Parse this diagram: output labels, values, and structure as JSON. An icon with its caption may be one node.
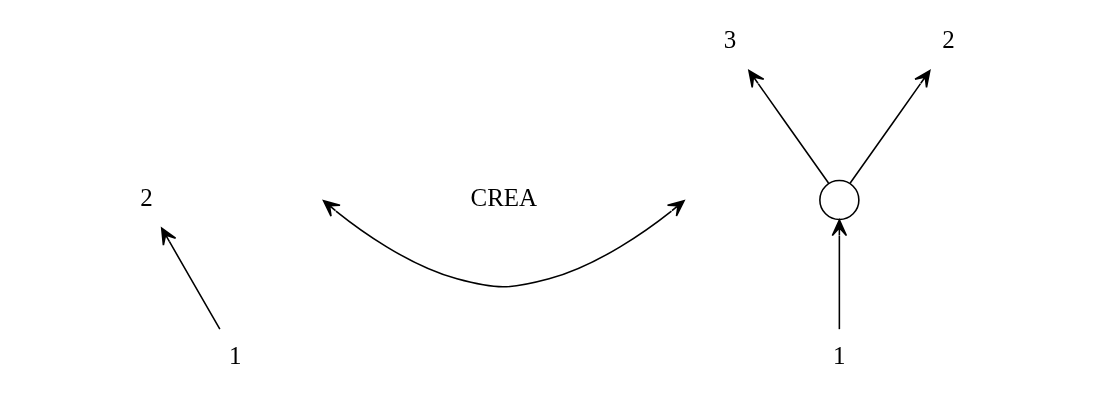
{
  "diagram": {
    "nodes": [
      {
        "text": [
          "2"
        ]
      },
      {
        "text": [
          "1"
        ]
      },
      {
        "text": [
          "3"
        ]
      },
      {
        "text": [
          "2"
        ]
      },
      {
        "text": [],
        "shape": "circle"
      },
      {
        "text": [
          "1"
        ]
      }
    ],
    "edges": [
      {
        "from": 1,
        "to": 0,
        "arrow": "to"
      },
      {
        "from": 5,
        "to": 4,
        "arrow": "to"
      },
      {
        "from": 4,
        "to": 2,
        "arrow": "to"
      },
      {
        "from": 4,
        "to": 3,
        "arrow": "to"
      }
    ],
    "labels": [
      "CREA"
    ]
  }
}
